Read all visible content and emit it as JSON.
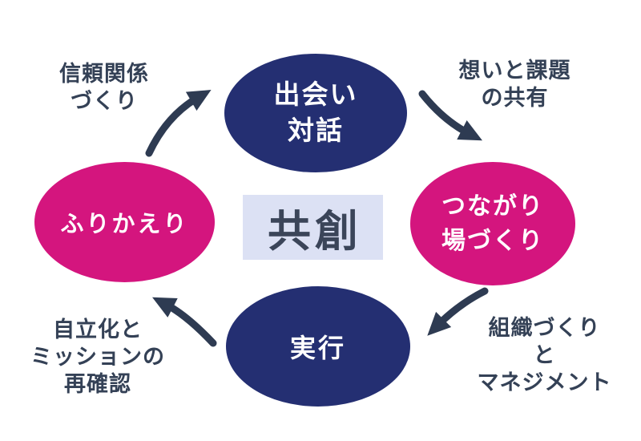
{
  "center": {
    "label": "共創"
  },
  "nodes": {
    "top": {
      "line1": "出会い",
      "line2": "対話"
    },
    "right": {
      "line1": "つながり",
      "line2": "場づくり"
    },
    "bottom": {
      "line1": "実行"
    },
    "left": {
      "line1": "ふりかえり"
    }
  },
  "arrow_labels": {
    "top_left": {
      "line1": "信頼関係",
      "line2": "づくり"
    },
    "top_right": {
      "line1": "想いと課題",
      "line2": "の共有"
    },
    "bottom_right": {
      "line1": "組織づくり",
      "line2": "と",
      "line3": "マネジメント"
    },
    "bottom_left": {
      "line1": "自立化と",
      "line2": "ミッションの",
      "line3": "再確認"
    }
  },
  "arrows": [
    {
      "name": "arrow-left-to-top",
      "direction": "up-right"
    },
    {
      "name": "arrow-top-to-right",
      "direction": "down-right"
    },
    {
      "name": "arrow-right-to-bottom",
      "direction": "down-left"
    },
    {
      "name": "arrow-bottom-to-left",
      "direction": "up-left"
    }
  ],
  "colors": {
    "navy": "#242f72",
    "magenta": "#d4157e",
    "arrow": "#2e3b52",
    "label_text": "#344156",
    "center_bg": "#dce1f4",
    "center_text": "#3b4559",
    "node_text": "#ffffff",
    "background": "#ffffff"
  }
}
